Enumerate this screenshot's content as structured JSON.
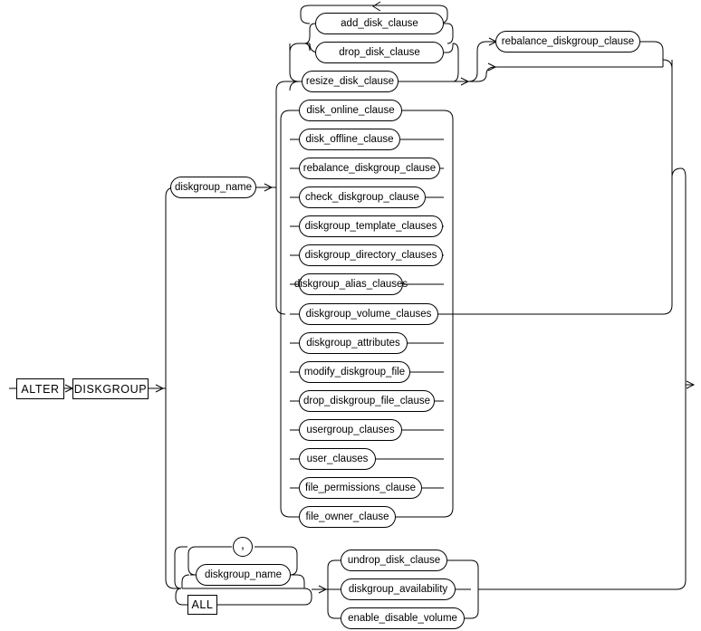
{
  "diagram": {
    "name": "alter-diskgroup-railroad-diagram",
    "type": "railroad-syntax-diagram",
    "title": "alter_diskgroup",
    "line_color": "#000000",
    "background": "#ffffff",
    "keywords": [
      {
        "id": "alter",
        "label": "ALTER"
      },
      {
        "id": "diskgroup",
        "label": "DISKGROUP"
      },
      {
        "id": "all",
        "label": "ALL"
      }
    ],
    "separator": {
      "id": "comma",
      "label": ","
    },
    "diskgroup_name_top": {
      "id": "diskgroup-name-top",
      "label": "diskgroup_name"
    },
    "diskgroup_name_bottom": {
      "id": "diskgroup-name-bottom",
      "label": "diskgroup_name"
    },
    "disk_clause_group": [
      {
        "id": "add-disk-clause",
        "label": "add_disk_clause"
      },
      {
        "id": "drop-disk-clause",
        "label": "drop_disk_clause"
      },
      {
        "id": "resize-disk-clause",
        "label": "resize_disk_clause"
      }
    ],
    "rebalance_optional": {
      "id": "rebalance-diskgroup-clause-opt",
      "label": "rebalance_diskgroup_clause"
    },
    "main_clause_group": [
      {
        "id": "disk-online-clause",
        "label": "disk_online_clause"
      },
      {
        "id": "disk-offline-clause",
        "label": "disk_offline_clause"
      },
      {
        "id": "rebalance-diskgroup-clause",
        "label": "rebalance_diskgroup_clause"
      },
      {
        "id": "check-diskgroup-clause",
        "label": "check_diskgroup_clause"
      },
      {
        "id": "diskgroup-template-clauses",
        "label": "diskgroup_template_clauses"
      },
      {
        "id": "diskgroup-directory-clauses",
        "label": "diskgroup_directory_clauses"
      },
      {
        "id": "diskgroup-alias-clauses",
        "label": "diskgroup_alias_clauses"
      },
      {
        "id": "diskgroup-volume-clauses",
        "label": "diskgroup_volume_clauses"
      },
      {
        "id": "diskgroup-attributes",
        "label": "diskgroup_attributes"
      },
      {
        "id": "modify-diskgroup-file",
        "label": "modify_diskgroup_file"
      },
      {
        "id": "drop-diskgroup-file-clause",
        "label": "drop_diskgroup_file_clause"
      },
      {
        "id": "usergroup-clauses",
        "label": "usergroup_clauses"
      },
      {
        "id": "user-clauses",
        "label": "user_clauses"
      },
      {
        "id": "file-permissions-clause",
        "label": "file_permissions_clause"
      },
      {
        "id": "file-owner-clause",
        "label": "file_owner_clause"
      }
    ],
    "bottom_clause_group": [
      {
        "id": "undrop-disk-clause",
        "label": "undrop_disk_clause"
      },
      {
        "id": "diskgroup-availability",
        "label": "diskgroup_availability"
      },
      {
        "id": "enable-disable-volume",
        "label": "enable_disable_volume"
      }
    ]
  }
}
